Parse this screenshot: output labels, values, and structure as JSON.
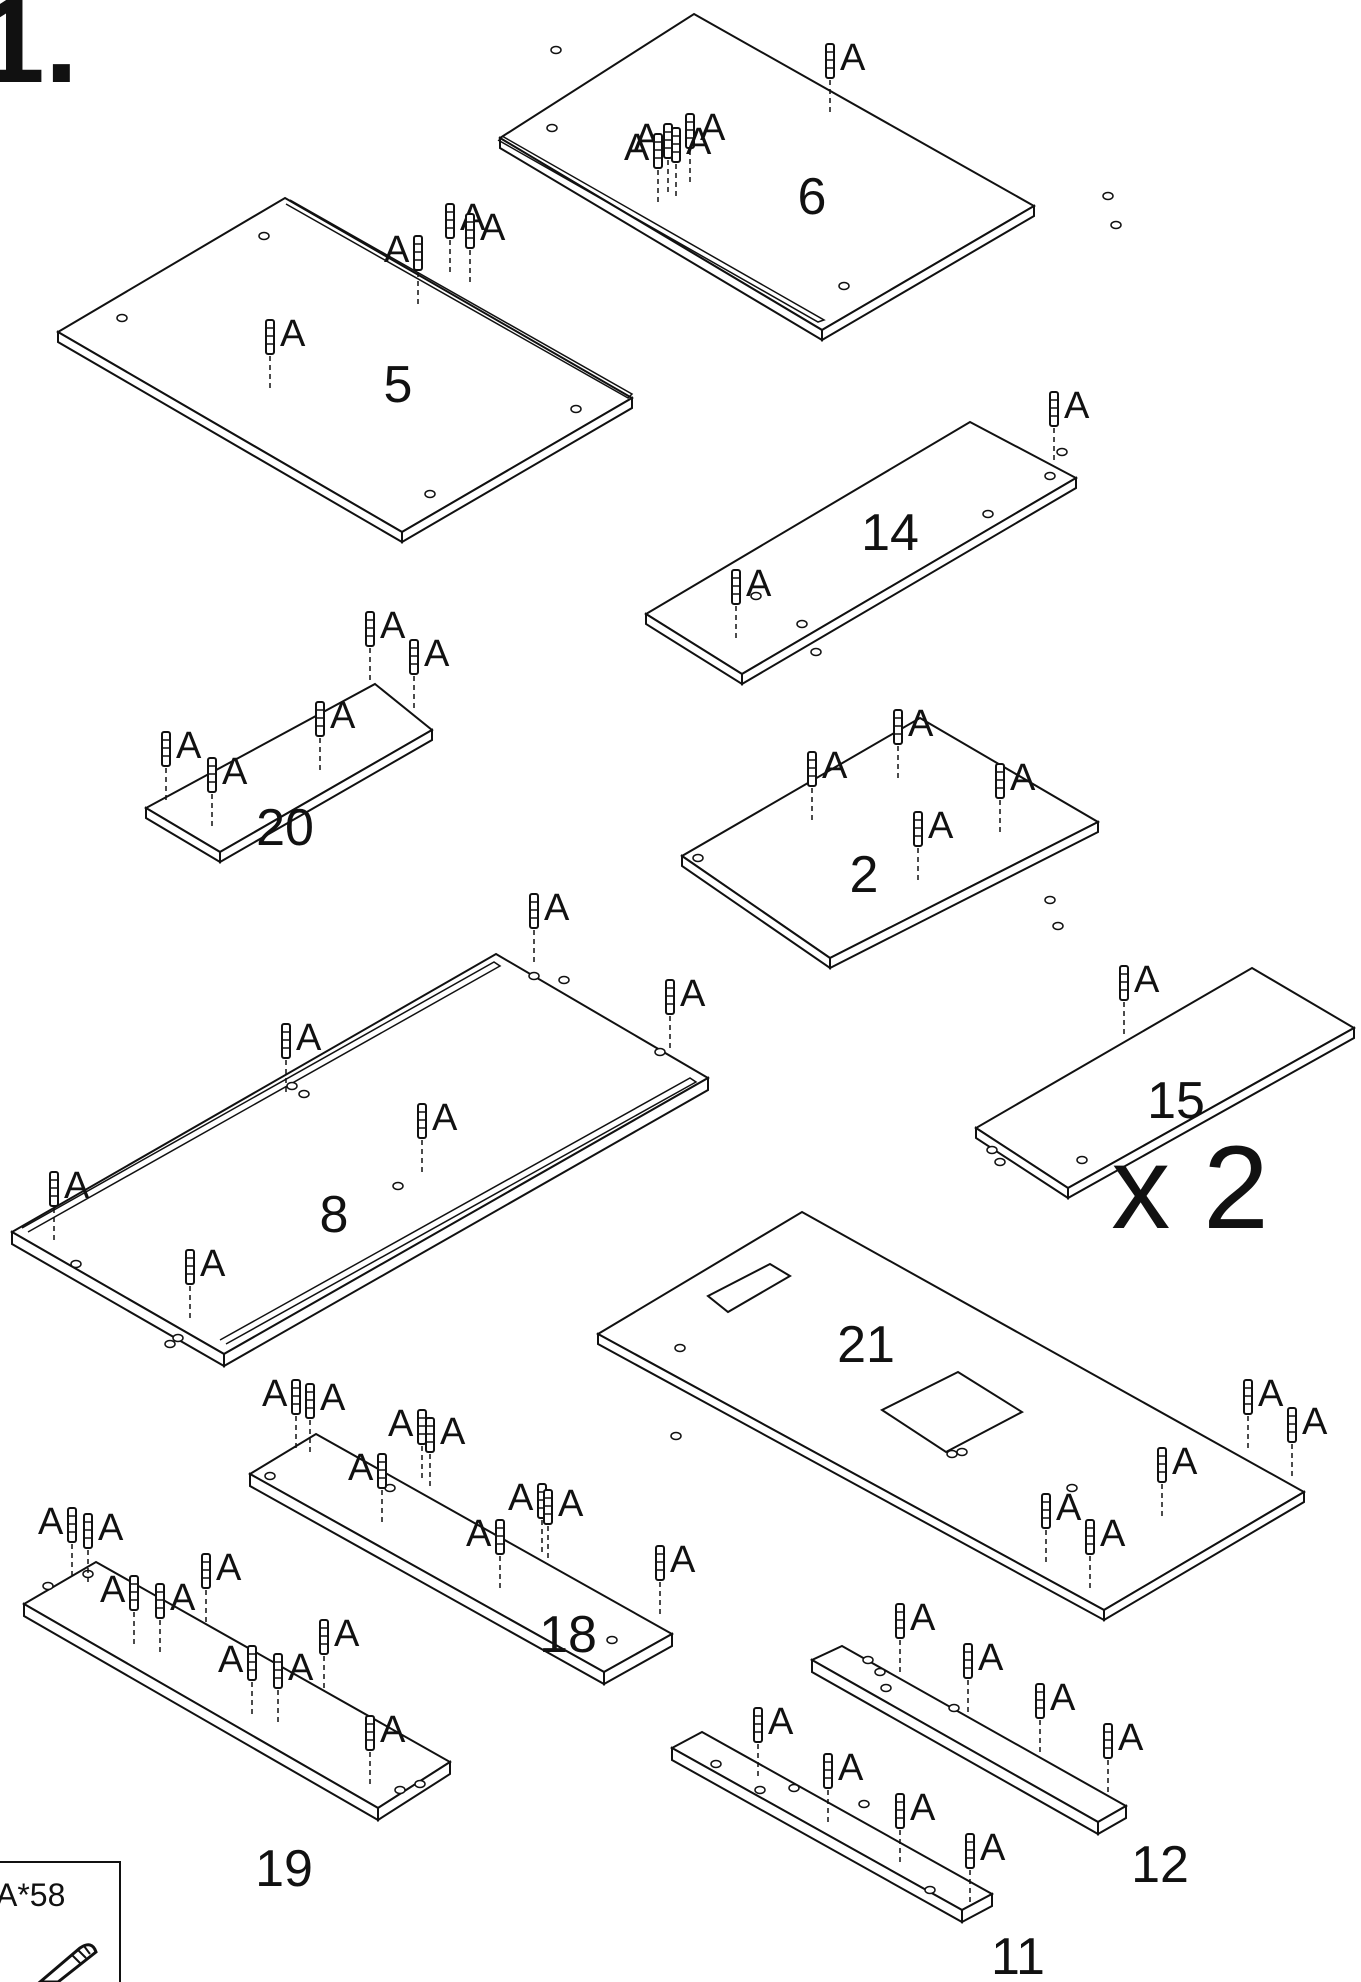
{
  "step": "1.",
  "multiplier": "x 2",
  "dowel_label": "A",
  "legend": {
    "text": "A*58",
    "icon": "wooden-dowel-icon"
  },
  "parts": [
    {
      "id": "panel-6",
      "label": "6"
    },
    {
      "id": "panel-5",
      "label": "5"
    },
    {
      "id": "panel-14",
      "label": "14"
    },
    {
      "id": "panel-20",
      "label": "20"
    },
    {
      "id": "panel-2",
      "label": "2"
    },
    {
      "id": "panel-8",
      "label": "8"
    },
    {
      "id": "panel-15",
      "label": "15"
    },
    {
      "id": "panel-21",
      "label": "21"
    },
    {
      "id": "panel-18",
      "label": "18"
    },
    {
      "id": "panel-19",
      "label": "19"
    },
    {
      "id": "panel-12",
      "label": "12"
    },
    {
      "id": "panel-11",
      "label": "11"
    }
  ]
}
